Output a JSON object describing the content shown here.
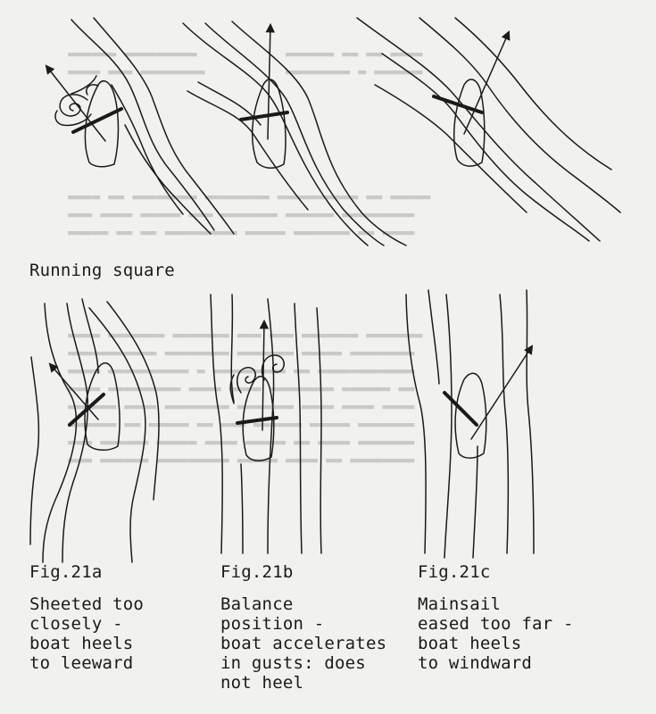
{
  "section_label": "Running square",
  "figures": [
    {
      "number": "Fig.21a",
      "caption": "Sheeted too\nclosely -\nboat heels\nto leeward"
    },
    {
      "number": "Fig.21b",
      "caption": "Balance\nposition -\nboat accelerates\nin gusts: does\nnot heel"
    },
    {
      "number": "Fig.21c",
      "caption": "Mainsail\neased too far -\nboat heels\nto windward"
    }
  ]
}
